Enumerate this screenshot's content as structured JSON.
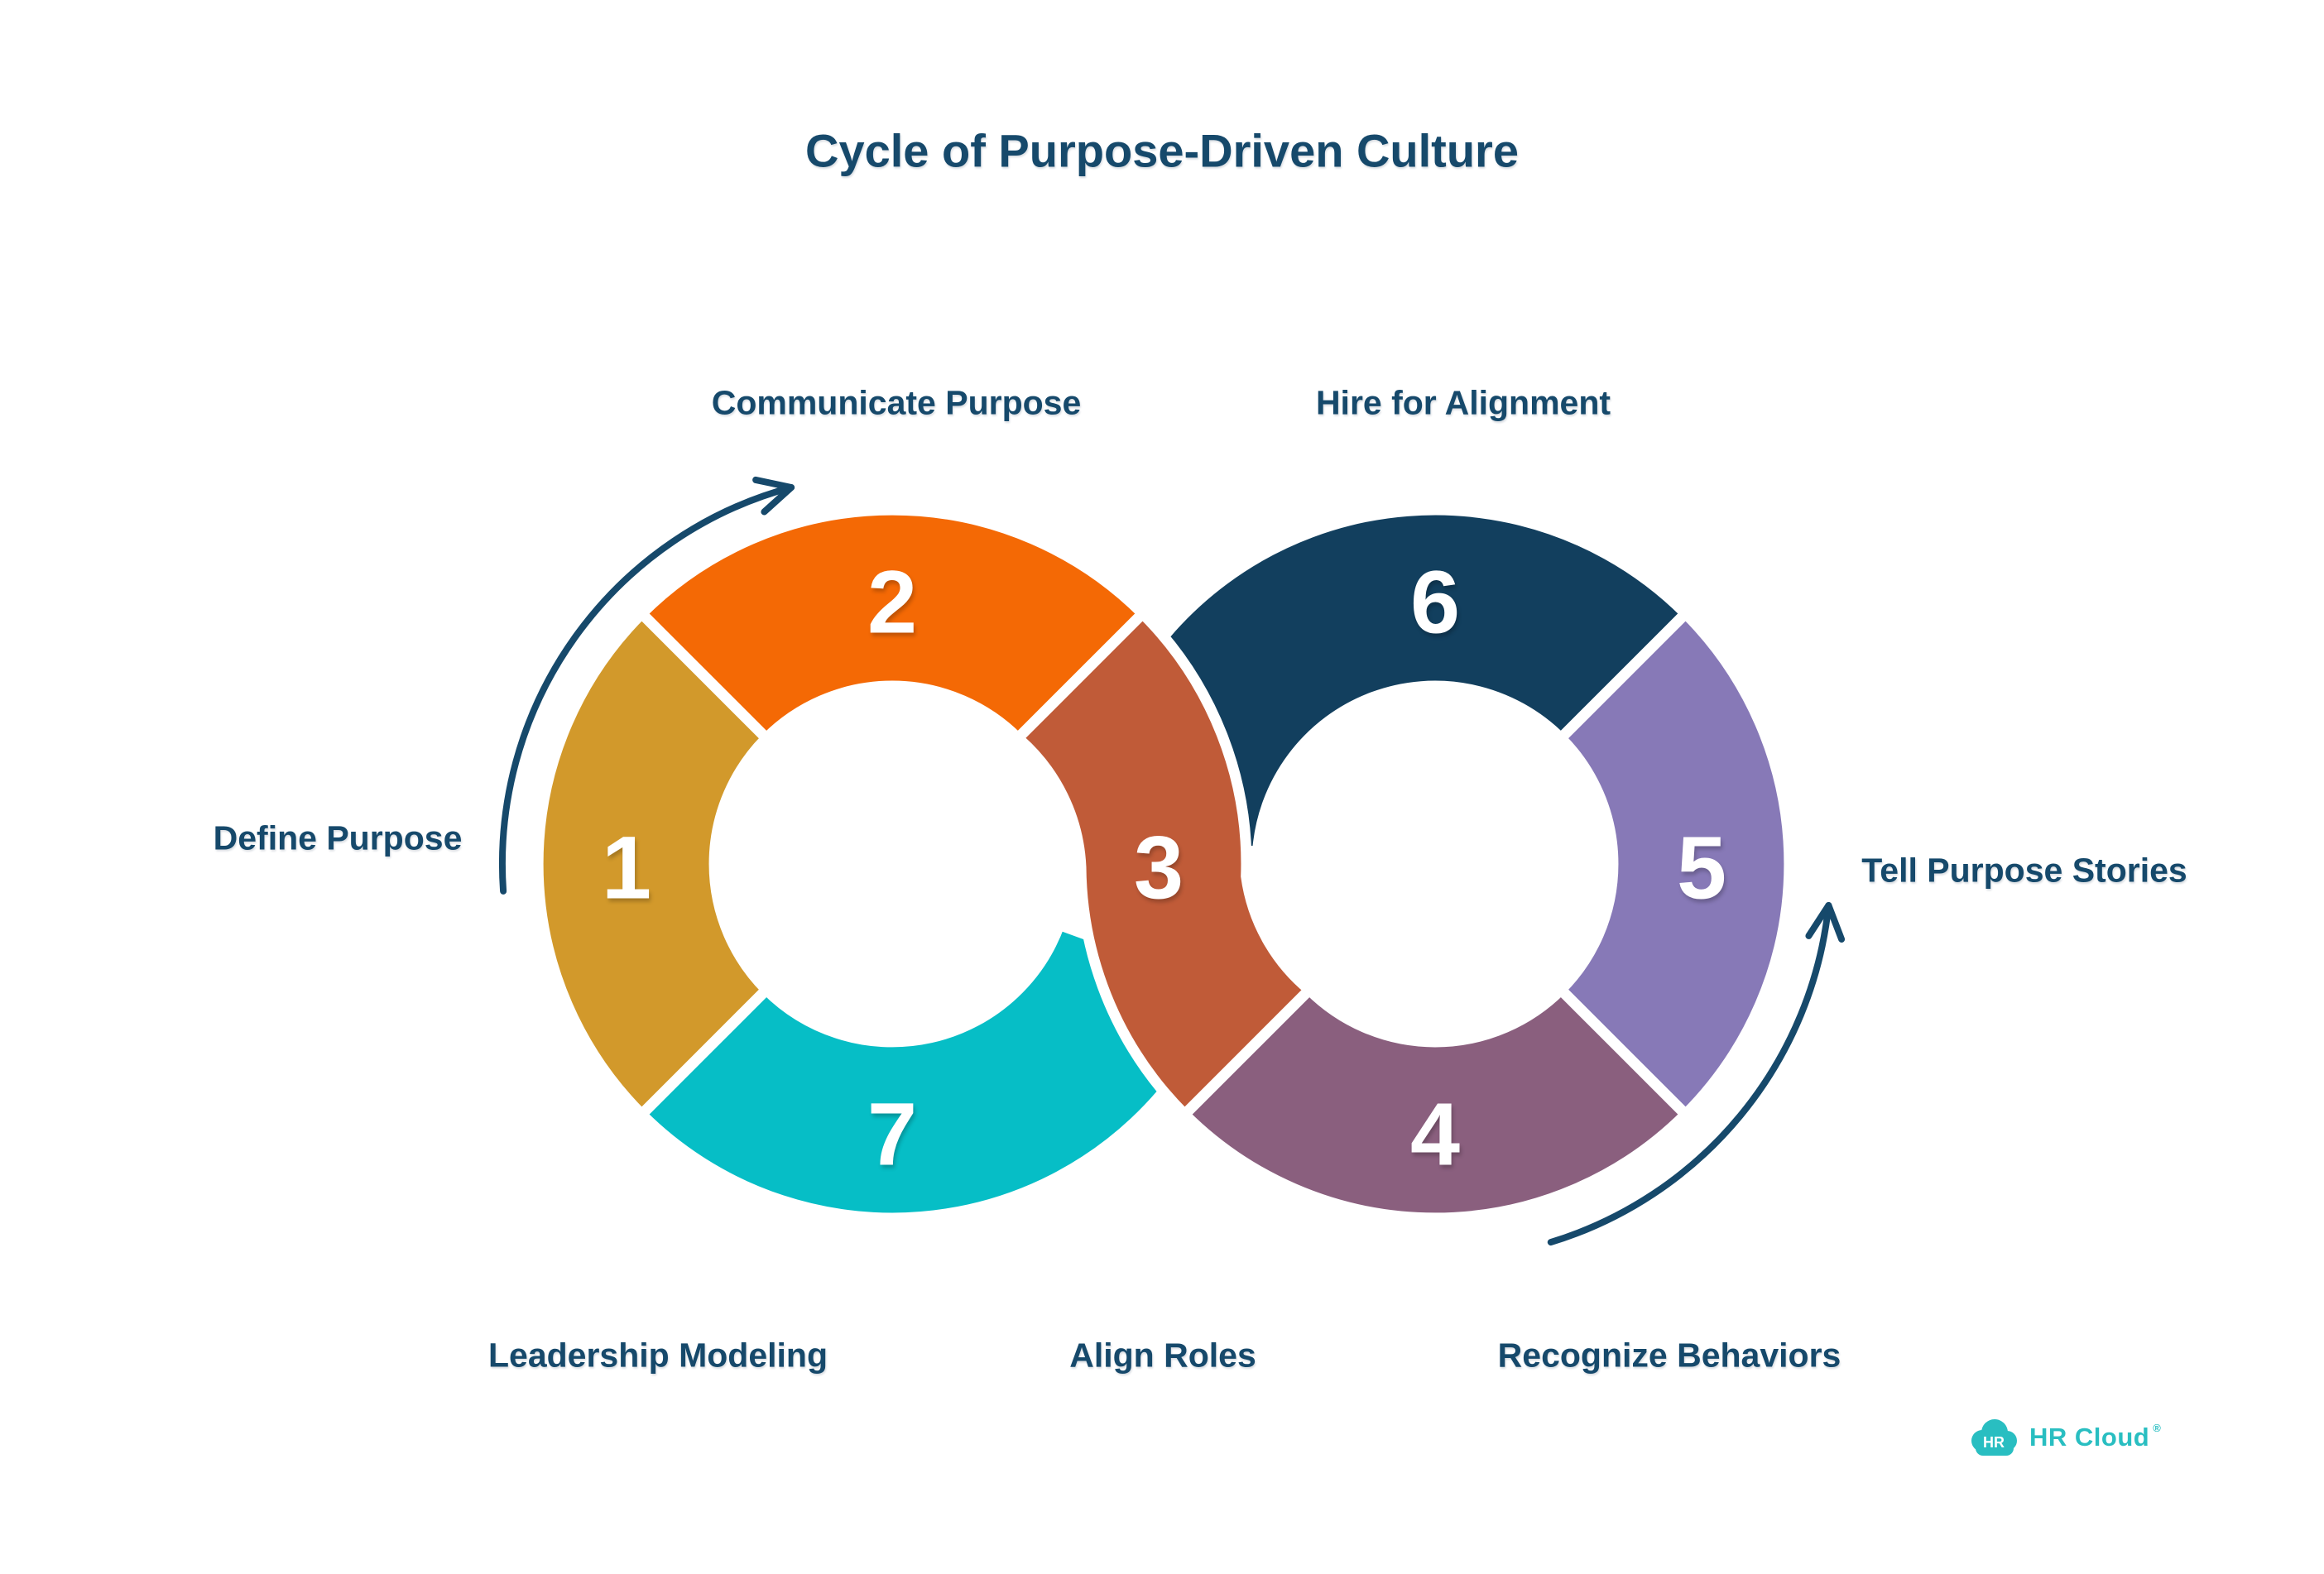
{
  "title": "Cycle of Purpose-Driven Culture",
  "steps": [
    {
      "num": "1",
      "label": "Define Purpose",
      "color": "#D2992B"
    },
    {
      "num": "2",
      "label": "Communicate Purpose",
      "color": "#F46905"
    },
    {
      "num": "3",
      "label": "Align Roles",
      "color": "#C05B38"
    },
    {
      "num": "4",
      "label": "Recognize Behaviors",
      "color": "#8A5F7E"
    },
    {
      "num": "5",
      "label": "Tell Purpose Stories",
      "color": "#8779B7"
    },
    {
      "num": "6",
      "label": "Hire for Alignment",
      "color": "#123F5E"
    },
    {
      "num": "7",
      "label": "Leadership Modeling",
      "color": "#06BEC6"
    }
  ],
  "colors": {
    "background": "#FFFFFF",
    "text": "#16496B",
    "arrow": "#16496B",
    "segment_divider": "#FFFFFF",
    "number_text": "#FFFFFF",
    "logo_teal": "#29BEC1"
  },
  "logo": {
    "badge_text": "HR",
    "brand_text": "HR Cloud",
    "registered_mark": "®"
  }
}
